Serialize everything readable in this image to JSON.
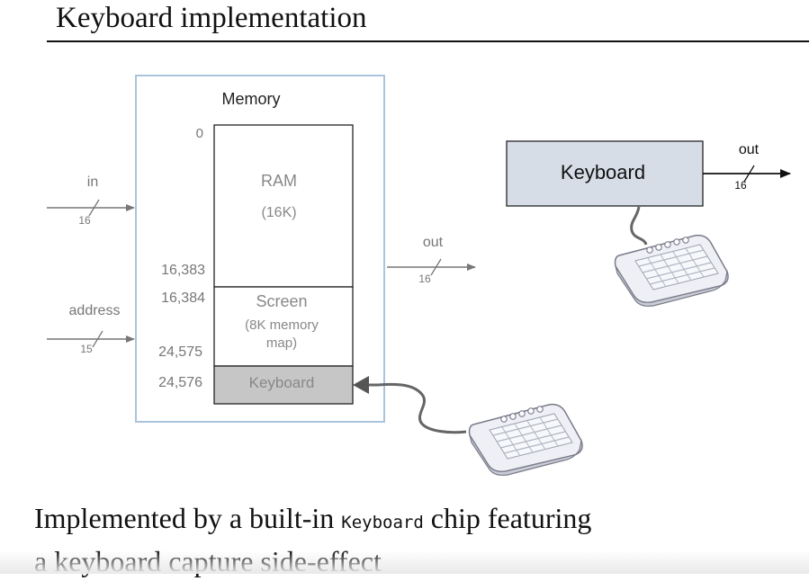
{
  "title": "Keyboard implementation",
  "memory": {
    "label": "Memory",
    "addr_0": "0",
    "addr_16383": "16,383",
    "addr_16384": "16,384",
    "addr_24575": "24,575",
    "addr_24576": "24,576",
    "ram_label": "RAM",
    "ram_size": "(16K)",
    "screen_label": "Screen",
    "screen_desc_1": "(8K memory",
    "screen_desc_2": "map)",
    "keyboard_label": "Keyboard"
  },
  "inputs": {
    "in_label": "in",
    "in_width": "16",
    "address_label": "address",
    "address_width": "15"
  },
  "outputs": {
    "out_label": "out",
    "out_width": "16"
  },
  "keyboard_chip": {
    "label": "Keyboard",
    "out_label": "out",
    "out_width": "16"
  },
  "caption": {
    "line1_before": "Implemented by a built-in ",
    "line1_code": "Keyboard",
    "line1_after": " chip featuring",
    "line2": "a keyboard capture side-effect"
  },
  "colors": {
    "chip_fill": "#d7dde7",
    "keyboard_region_fill": "#c6c6c6",
    "memory_border": "#a9c4dc",
    "wire": "#666666"
  },
  "icons": [
    "keyboard-icon",
    "cable-icon"
  ]
}
